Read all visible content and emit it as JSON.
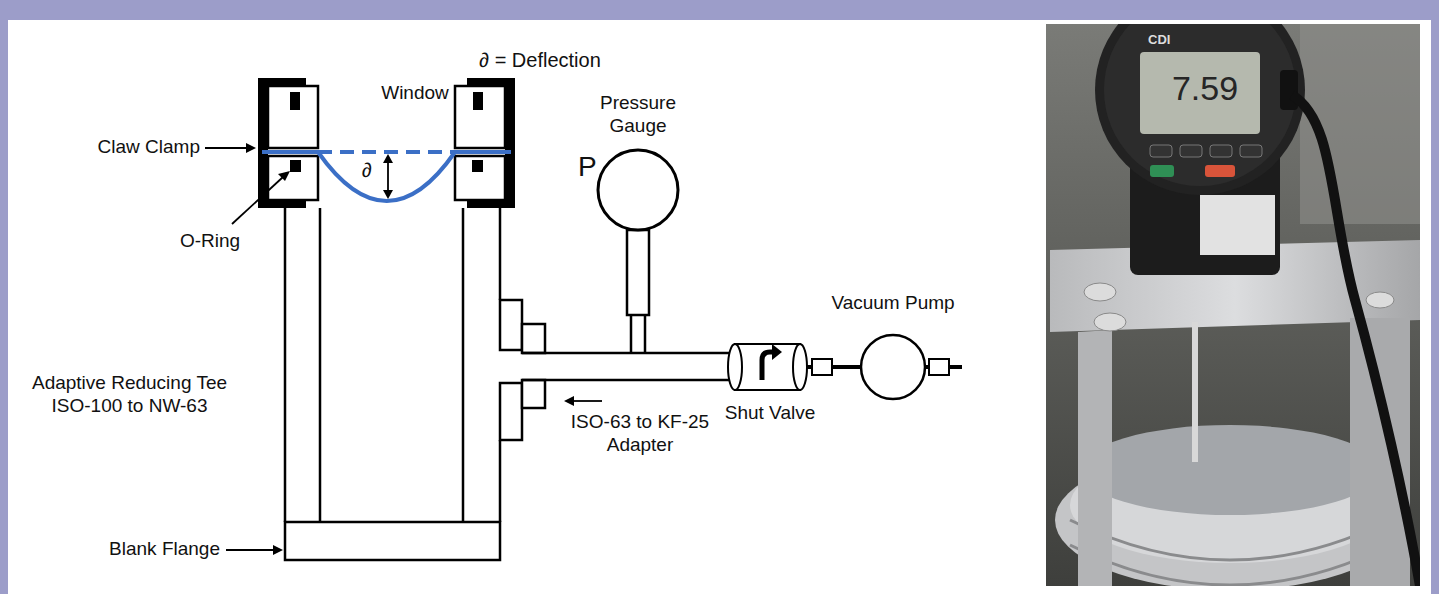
{
  "diagram": {
    "nodes": [
      {
        "text": [
          "Pressure Gauge",
          "P"
        ]
      },
      {
        "text": [
          "Shut Valve"
        ]
      },
      {
        "text": [
          "Vacuum Pump"
        ]
      }
    ],
    "edges": [
      {
        "from": 1,
        "to": 2,
        "arrow": "none"
      }
    ],
    "labels": [
      "∂ = Deflection",
      "Window",
      "∂",
      "Claw Clamp",
      "O-Ring",
      "Adaptive Reducing Tee ISO-100 to NW-63",
      "ISO-63 to KF-25 Adapter",
      "Blank Flange",
      "CDI",
      "7.59"
    ]
  }
}
